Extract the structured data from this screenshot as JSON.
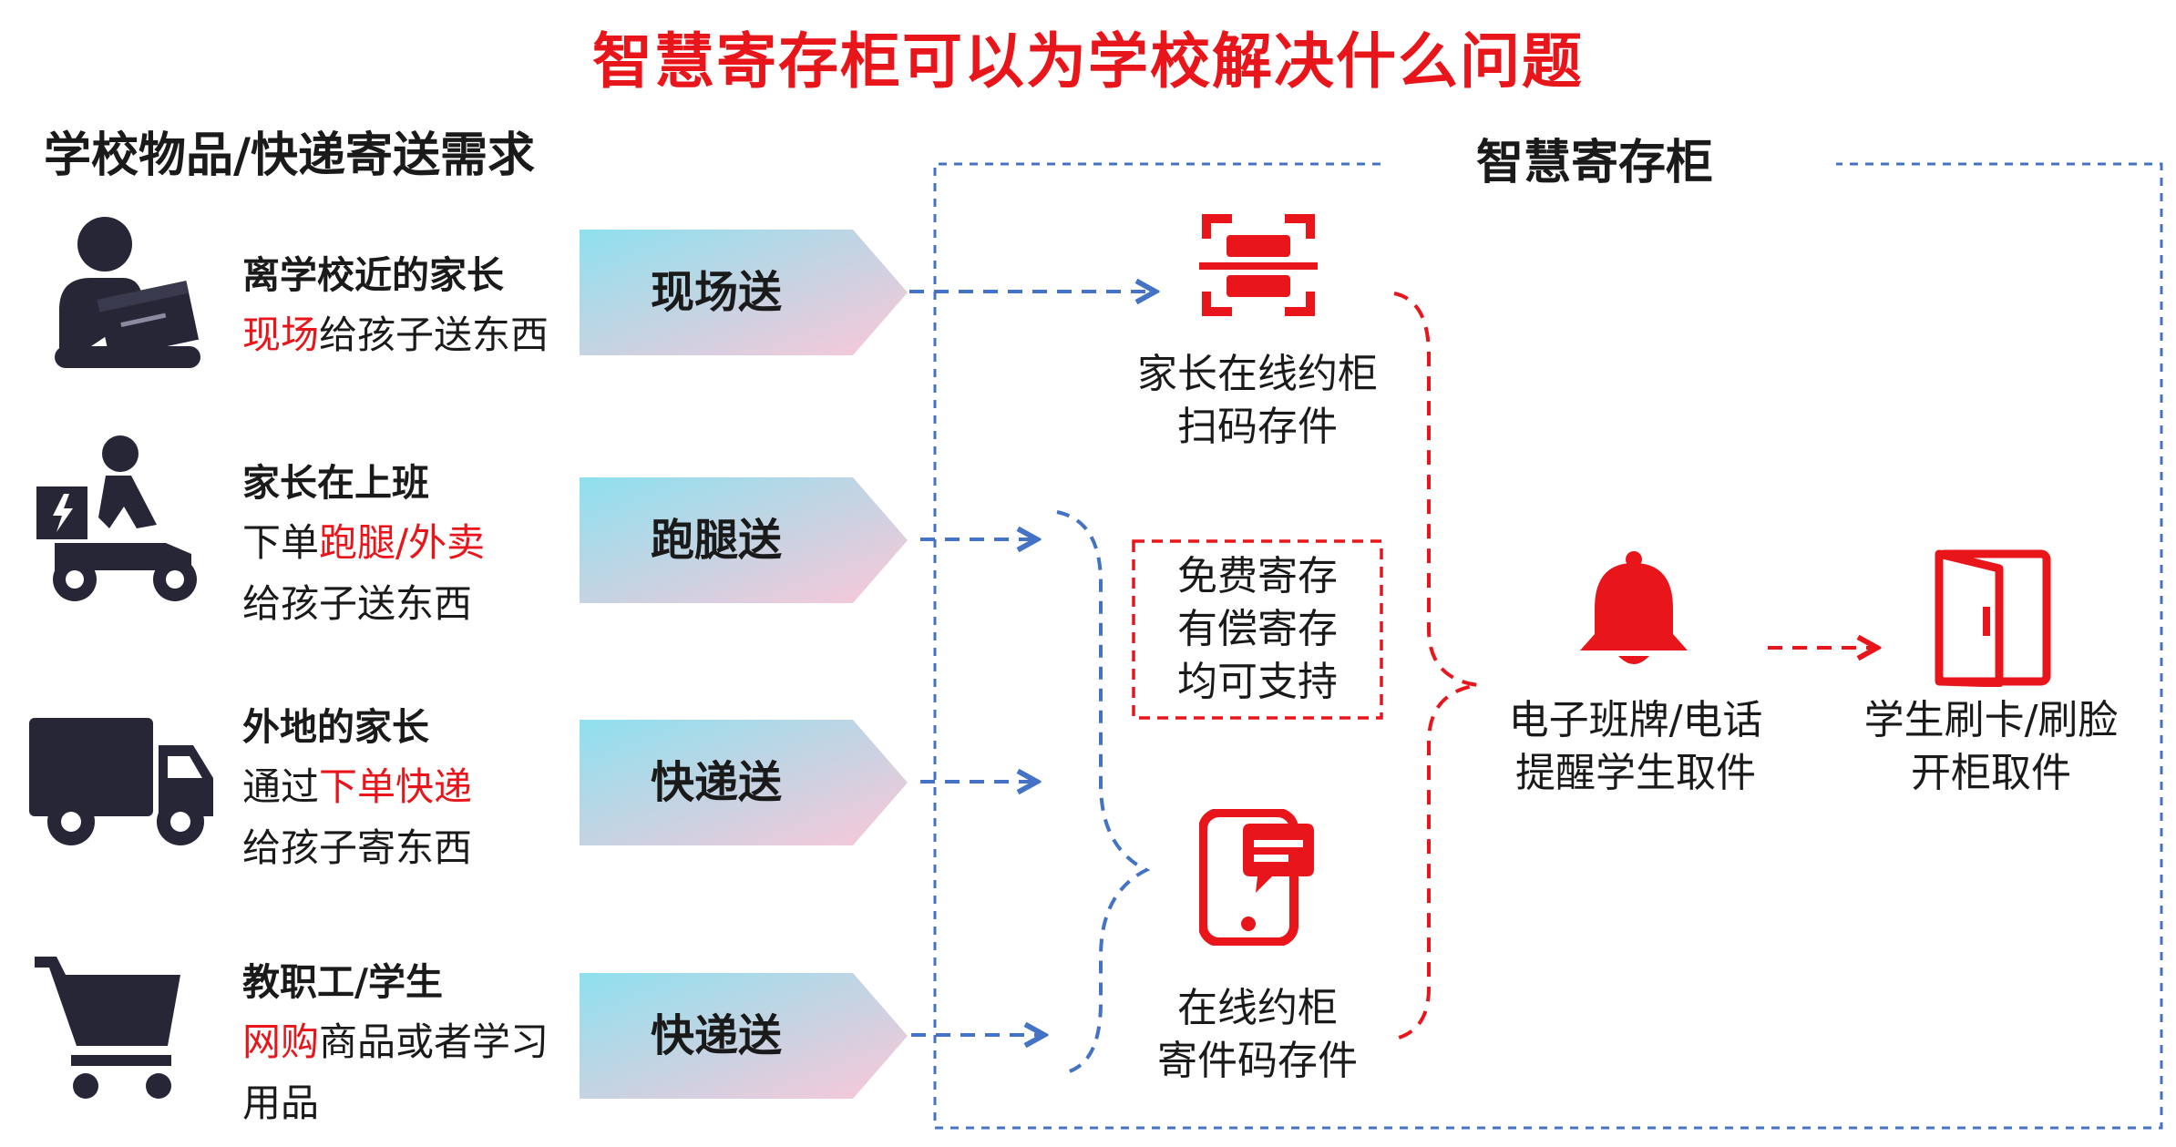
{
  "title": "智慧寄存柜可以为学校解决什么问题",
  "left_heading": "学校物品/快递寄送需求",
  "cabinet_heading": "智慧寄存柜",
  "colors": {
    "accent_red": "#e8151b",
    "dash_blue": "#4472c4",
    "icon_dark": "#262636",
    "gradient_from": "#8ee0ee",
    "gradient_to": "#fbc7d8"
  },
  "rows": [
    {
      "icon": "person-with-package-icon",
      "title": "离学校近的家长",
      "line1_red": "现场",
      "line1_rest": "给孩子送东西",
      "line2": "",
      "method": "现场送"
    },
    {
      "icon": "delivery-scooter-rider-icon",
      "title": "家长在上班",
      "line1_pre": "下单",
      "line1_red": "跑腿/外卖",
      "line2": "给孩子送东西",
      "method": "跑腿送"
    },
    {
      "icon": "delivery-truck-icon",
      "title": "外地的家长",
      "line1_pre": "通过",
      "line1_red": "下单快递",
      "line2": "给孩子寄东西",
      "method": "快递送"
    },
    {
      "icon": "shopping-cart-icon",
      "title": "教职工/学生",
      "line1_red": "网购",
      "line1_rest": "商品或者学习",
      "line2": "用品",
      "method": "快递送"
    }
  ],
  "nodes": {
    "scan": {
      "icon": "scan-qr-icon",
      "line1": "家长在线约柜",
      "line2": "扫码存件"
    },
    "storage_options": {
      "line1": "免费寄存",
      "line2": "有偿寄存",
      "line3": "均可支持"
    },
    "phone": {
      "icon": "phone-message-icon",
      "line1": "在线约柜",
      "line2": "寄件码存件"
    },
    "notify": {
      "icon": "bell-icon",
      "line1": "电子班牌/电话",
      "line2": "提醒学生取件"
    },
    "pickup": {
      "icon": "open-door-icon",
      "line1": "学生刷卡/刷脸",
      "line2": "开柜取件"
    }
  }
}
